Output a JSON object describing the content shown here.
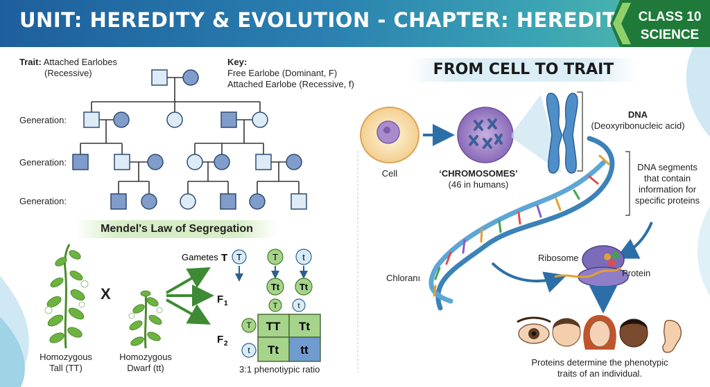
{
  "header": {
    "title": "UNIT: HEREDITY & EVOLUTION - CHAPTER: HEREDITY",
    "badge_line1": "CLASS 10",
    "badge_line2": "SCIENCE"
  },
  "pedigree": {
    "trait_label": "Trait:",
    "trait_value": "Attached Earlobes",
    "trait_note": "(Recessive)",
    "key_title": "Key:",
    "key_line1": "Free Earlobe (Dominant, F)",
    "key_line2": "Attached Earlobe (Recessive, f)",
    "generation_labels": [
      "Generation:",
      "Generation:",
      "Generation:"
    ]
  },
  "mendel": {
    "title": "Mendel's Law of Segregation",
    "cross_symbol": "X",
    "tall_label_1": "Homozygous",
    "tall_label_2": "Tall (TT)",
    "dwarf_label_1": "Homozygous",
    "dwarf_label_2": "Dwarf (tt)",
    "gametes_label": "Gametes",
    "gamete_T": "T",
    "f1_label": "F",
    "f1_sub": "1",
    "f2_label": "F",
    "f2_sub": "2",
    "alleles": {
      "T": "T",
      "t": "t",
      "Tt": "Tt",
      "TT": "TT",
      "tt": "tt"
    },
    "ratio_label": "3:1 phenotiypic ratio"
  },
  "cell_to_trait": {
    "title": "FROM CELL TO TRAIT",
    "cell_label": "Cell",
    "chromosomes_label": "‘CHROMOSOMES’",
    "chromosomes_note": "(46 in humans)",
    "dna_title": "DNA",
    "dna_full": "(Deoxyribonucleic acid)",
    "segments_lines": [
      "DNA segments",
      "that contain",
      "information for",
      "specific proteins"
    ],
    "chloran_label": "Chloranı",
    "ribosome_label": "Ribosome",
    "protein_label": "Protein",
    "conclusion_line1": "Proteins determine the phenotypic",
    "conclusion_line2": "traits of an individual."
  },
  "colors": {
    "header_start": "#1d5f9c",
    "header_end": "#56c0a8",
    "badge_green": "#1f7a3a",
    "affected": "#7f9ccb",
    "unaffected": "#dcebf6",
    "punnett_green": "#a6d48a",
    "punnett_blue": "#6f9bcf"
  }
}
